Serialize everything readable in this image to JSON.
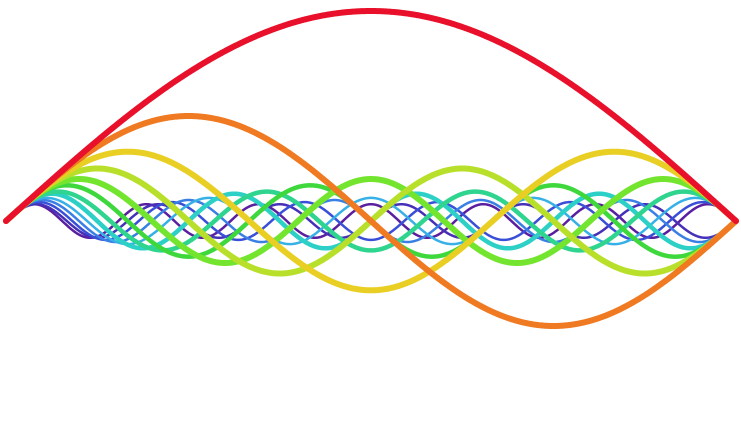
{
  "figure": {
    "description_hidden": "",
    "background": "#ffffff",
    "waves": [
      {
        "harmonic": 1,
        "amplitude": 1.0,
        "color": "#e8102a",
        "stroke_weight": "heavy"
      },
      {
        "harmonic": 2,
        "amplitude": 0.5,
        "color": "#ef7a22",
        "stroke_weight": "heavy"
      },
      {
        "harmonic": 3,
        "amplitude": 0.33,
        "color": "#e9cf24",
        "stroke_weight": "heavy"
      },
      {
        "harmonic": 4,
        "amplitude": 0.25,
        "color": "#b8e02a",
        "stroke_weight": "heavy"
      },
      {
        "harmonic": 5,
        "amplitude": 0.2,
        "color": "#73e52e",
        "stroke_weight": "heavy"
      },
      {
        "harmonic": 6,
        "amplitude": 0.17,
        "color": "#3ed83c",
        "stroke_weight": "medium"
      },
      {
        "harmonic": 7,
        "amplitude": 0.14,
        "color": "#2fd48e",
        "stroke_weight": "medium"
      },
      {
        "harmonic": 8,
        "amplitude": 0.13,
        "color": "#2cd0c6",
        "stroke_weight": "medium"
      },
      {
        "harmonic": 9,
        "amplitude": 0.11,
        "color": "#36b0e6",
        "stroke_weight": "light"
      },
      {
        "harmonic": 10,
        "amplitude": 0.1,
        "color": "#3a7fe4",
        "stroke_weight": "light"
      },
      {
        "harmonic": 11,
        "amplitude": 0.09,
        "color": "#3a4fd8",
        "stroke_weight": "light"
      },
      {
        "harmonic": 12,
        "amplitude": 0.08,
        "color": "#4630b8",
        "stroke_weight": "light"
      },
      {
        "harmonic": 13,
        "amplitude": 0.08,
        "color": "#5a1fa0",
        "stroke_weight": "light"
      }
    ]
  }
}
